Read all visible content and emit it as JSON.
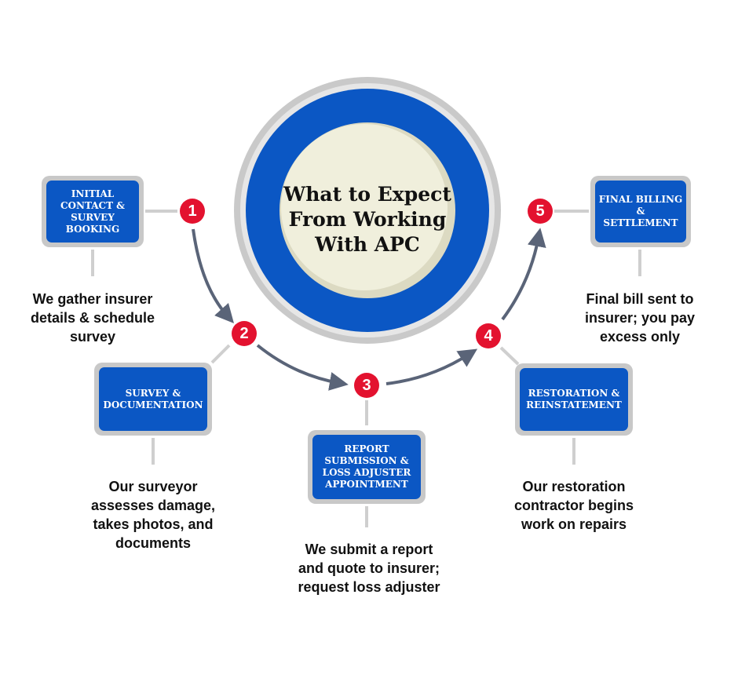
{
  "title": "What to Expect\nFrom Working\nWith APC",
  "colors": {
    "blue": "#0b57c4",
    "red": "#e3122f",
    "gray": "#c8c8c8",
    "arrow": "#5a6478",
    "cream": "#f0efdc"
  },
  "steps": [
    {
      "number": "1",
      "label": "INITIAL\nCONTACT &\nSURVEY\nBOOKING",
      "description": "We gather insurer\ndetails & schedule\nsurvey"
    },
    {
      "number": "2",
      "label": "SURVEY &\nDOCUMENTATION",
      "description": "Our surveyor\nassesses damage,\ntakes photos, and\ndocuments"
    },
    {
      "number": "3",
      "label": "REPORT\nSUBMISSION &\nLOSS ADJUSTER\nAPPOINTMENT",
      "description": "We submit a report\nand quote to insurer;\nrequest loss adjuster"
    },
    {
      "number": "4",
      "label": "RESTORATION &\nREINSTATEMENT",
      "description": "Our restoration\ncontractor begins\nwork on repairs"
    },
    {
      "number": "5",
      "label": "FINAL BILLING\n& SETTLEMENT",
      "description": "Final bill sent to\ninsurer; you pay\nexcess only"
    }
  ]
}
